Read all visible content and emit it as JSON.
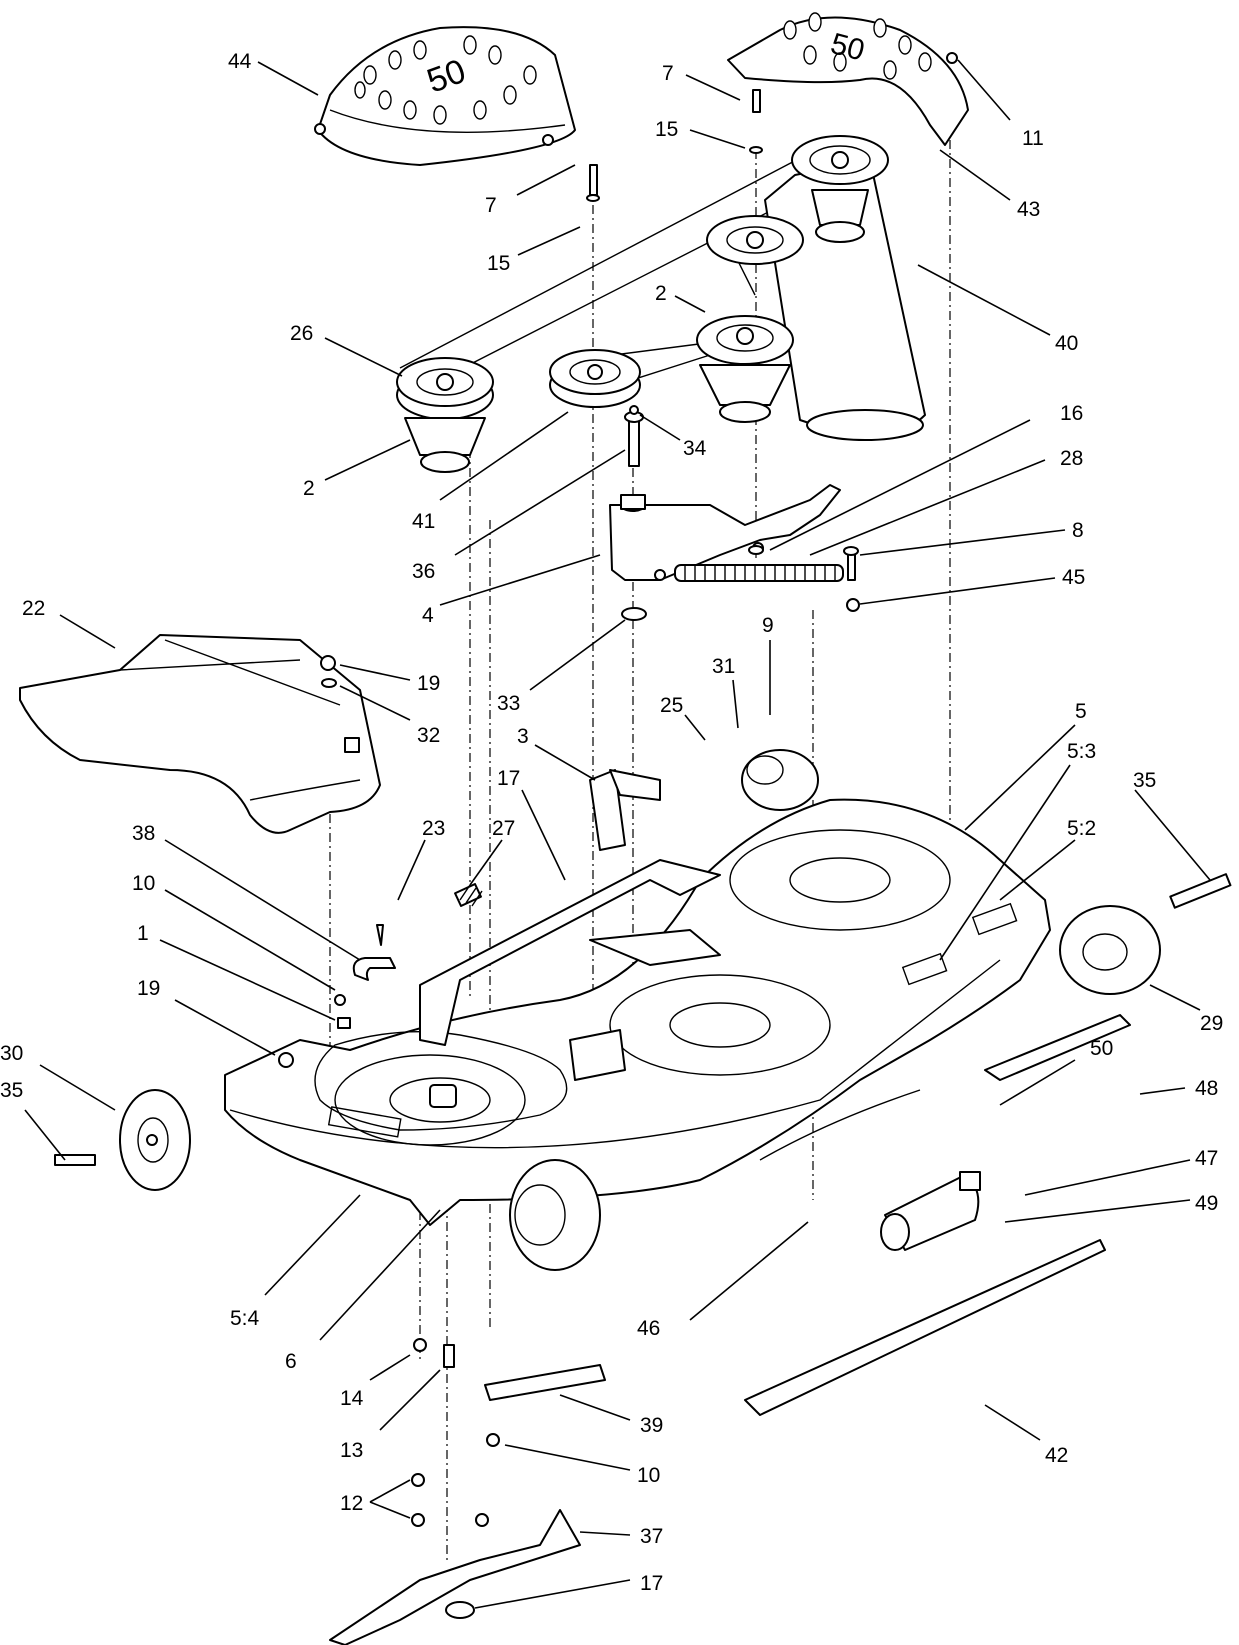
{
  "diagram": {
    "callouts": [
      {
        "id": "c44",
        "label": "44"
      },
      {
        "id": "c7a",
        "label": "7"
      },
      {
        "id": "c15a",
        "label": "15"
      },
      {
        "id": "c11",
        "label": "11"
      },
      {
        "id": "c43",
        "label": "43"
      },
      {
        "id": "c7b",
        "label": "7"
      },
      {
        "id": "c15b",
        "label": "15"
      },
      {
        "id": "c2a",
        "label": "2"
      },
      {
        "id": "c40",
        "label": "40"
      },
      {
        "id": "c26",
        "label": "26"
      },
      {
        "id": "c34",
        "label": "34"
      },
      {
        "id": "c16",
        "label": "16"
      },
      {
        "id": "c28",
        "label": "28"
      },
      {
        "id": "c2b",
        "label": "2"
      },
      {
        "id": "c41",
        "label": "41"
      },
      {
        "id": "c36",
        "label": "36"
      },
      {
        "id": "c8",
        "label": "8"
      },
      {
        "id": "c45",
        "label": "45"
      },
      {
        "id": "c4",
        "label": "4"
      },
      {
        "id": "c22",
        "label": "22"
      },
      {
        "id": "c9",
        "label": "9"
      },
      {
        "id": "c19a",
        "label": "19"
      },
      {
        "id": "c31",
        "label": "31"
      },
      {
        "id": "c33",
        "label": "33"
      },
      {
        "id": "c32",
        "label": "32"
      },
      {
        "id": "c25",
        "label": "25"
      },
      {
        "id": "c5",
        "label": "5"
      },
      {
        "id": "c53",
        "label": "5:3"
      },
      {
        "id": "c3",
        "label": "3"
      },
      {
        "id": "c35a",
        "label": "35"
      },
      {
        "id": "c17a",
        "label": "17"
      },
      {
        "id": "c38",
        "label": "38"
      },
      {
        "id": "c23",
        "label": "23"
      },
      {
        "id": "c27",
        "label": "27"
      },
      {
        "id": "c52",
        "label": "5:2"
      },
      {
        "id": "c10a",
        "label": "10"
      },
      {
        "id": "c1",
        "label": "1"
      },
      {
        "id": "c29",
        "label": "29"
      },
      {
        "id": "c19b",
        "label": "19"
      },
      {
        "id": "c30",
        "label": "30"
      },
      {
        "id": "c50",
        "label": "50"
      },
      {
        "id": "c35b",
        "label": "35"
      },
      {
        "id": "c48",
        "label": "48"
      },
      {
        "id": "c47",
        "label": "47"
      },
      {
        "id": "c49",
        "label": "49"
      },
      {
        "id": "c54",
        "label": "5:4"
      },
      {
        "id": "c6",
        "label": "6"
      },
      {
        "id": "c46",
        "label": "46"
      },
      {
        "id": "c14",
        "label": "14"
      },
      {
        "id": "c39",
        "label": "39"
      },
      {
        "id": "c13",
        "label": "13"
      },
      {
        "id": "c42",
        "label": "42"
      },
      {
        "id": "c10b",
        "label": "10"
      },
      {
        "id": "c12",
        "label": "12"
      },
      {
        "id": "c37",
        "label": "37"
      },
      {
        "id": "c17b",
        "label": "17"
      }
    ],
    "cover_marking": "50"
  }
}
